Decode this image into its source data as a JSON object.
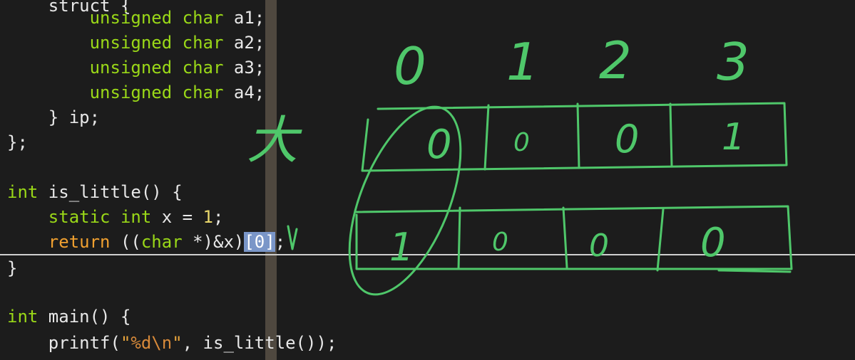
{
  "code": {
    "lines": [
      {
        "indent": "    ",
        "keyword": "",
        "type": "",
        "text": "struct {"
      },
      {
        "indent": "        ",
        "type": "unsigned char",
        "name": " a1;"
      },
      {
        "indent": "        ",
        "type": "unsigned char",
        "name": " a2;"
      },
      {
        "indent": "        ",
        "type": "unsigned char",
        "name": " a3;"
      },
      {
        "indent": "        ",
        "type": "unsigned char",
        "name": " a4;"
      },
      {
        "text": "    } ip;"
      },
      {
        "text": "};"
      },
      {
        "keyword": "int",
        "text": " is_little() {"
      },
      {
        "indent": "    ",
        "keyword": "static int",
        "mid": " x = ",
        "number": "1",
        "tail": ";"
      },
      {
        "indent": "    ",
        "keyword": "return",
        "mid": " ((",
        "type2": "char",
        "tail": " *)&x)",
        "selected": "[0]",
        "end": ";"
      },
      {
        "text": "}"
      },
      {
        "keyword": "int",
        "text": " main() {"
      },
      {
        "indent": "    ",
        "fn": "printf(",
        "string": "\"",
        "format": "%d\\n",
        "string2": "\"",
        "rest": ", is_little());"
      }
    ]
  },
  "annotations": {
    "indices": [
      "0",
      "1",
      "2",
      "3"
    ],
    "row1_values": [
      "0",
      "0",
      "0",
      "1"
    ],
    "row2_values": [
      "1",
      "0",
      "0",
      "0"
    ],
    "note": "大",
    "ink_color": "#4fc76a"
  },
  "colors": {
    "background": "#1c1c1c",
    "keyword": "#f0a030",
    "type": "#9ad818",
    "selection": "#7a96c8"
  }
}
